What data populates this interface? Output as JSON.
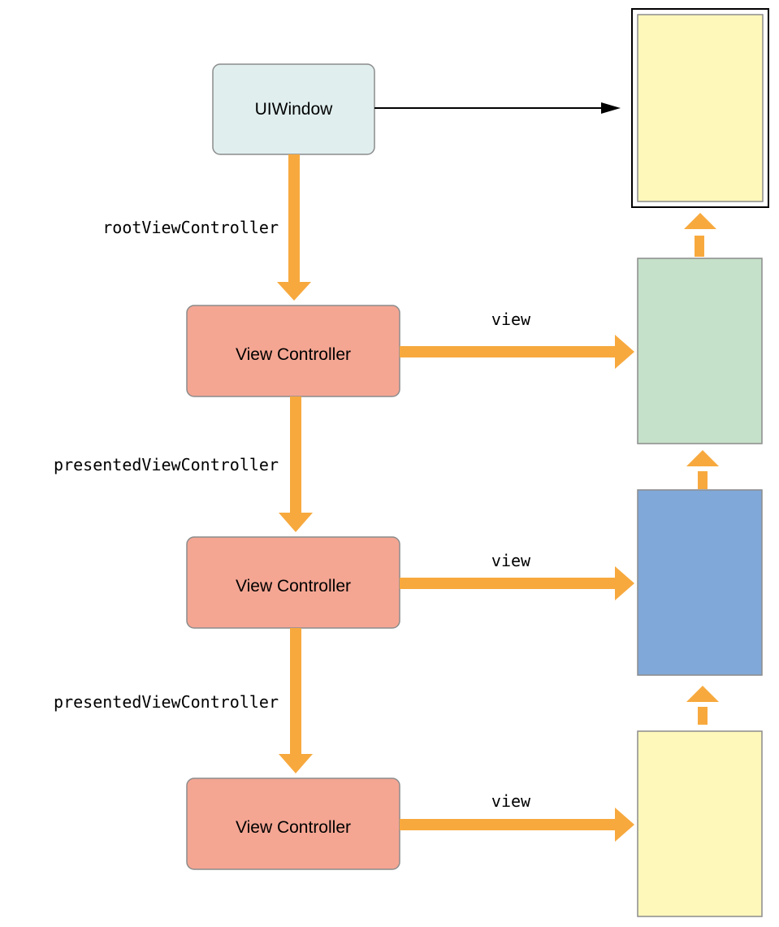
{
  "nodes": {
    "window": {
      "label": "UIWindow"
    },
    "controllers": [
      {
        "label": "View Controller"
      },
      {
        "label": "View Controller"
      },
      {
        "label": "View Controller"
      }
    ]
  },
  "edge_labels": {
    "root": "rootViewController",
    "presented_1": "presentedViewController",
    "presented_2": "presentedViewController",
    "view_1": "view",
    "view_2": "view",
    "view_3": "view"
  },
  "colors": {
    "window_fill": "#e0eeee",
    "controller_fill": "#f4a693",
    "arrow_orange": "#f7a93e",
    "view_green": "#c5e1c9",
    "view_blue": "#80a8d8",
    "view_yellow": "#fff8bb",
    "border_gray": "#8c8c8c"
  }
}
